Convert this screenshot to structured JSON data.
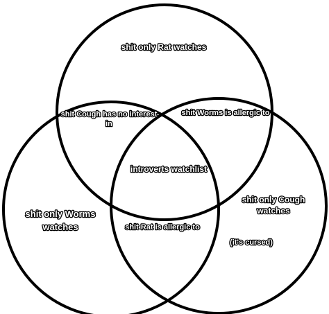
{
  "colors": {
    "background": "#ffffff",
    "outline": "#000000",
    "label_fill": "#ffffff"
  },
  "regions": {
    "top_only": "shit only Rat watches",
    "left_only_line1": "shit only Worms",
    "left_only_line2": "watches",
    "right_only_line1": "shit only Cough",
    "right_only_line2": "watches",
    "right_only_note": "(it's cursed)",
    "top_left_line1": "shit Cough has no interest",
    "top_left_line2": "in",
    "top_right": "shit Worms is allergic to",
    "left_right": "shit Rat is allergic to",
    "center": "introverts watchlist"
  }
}
